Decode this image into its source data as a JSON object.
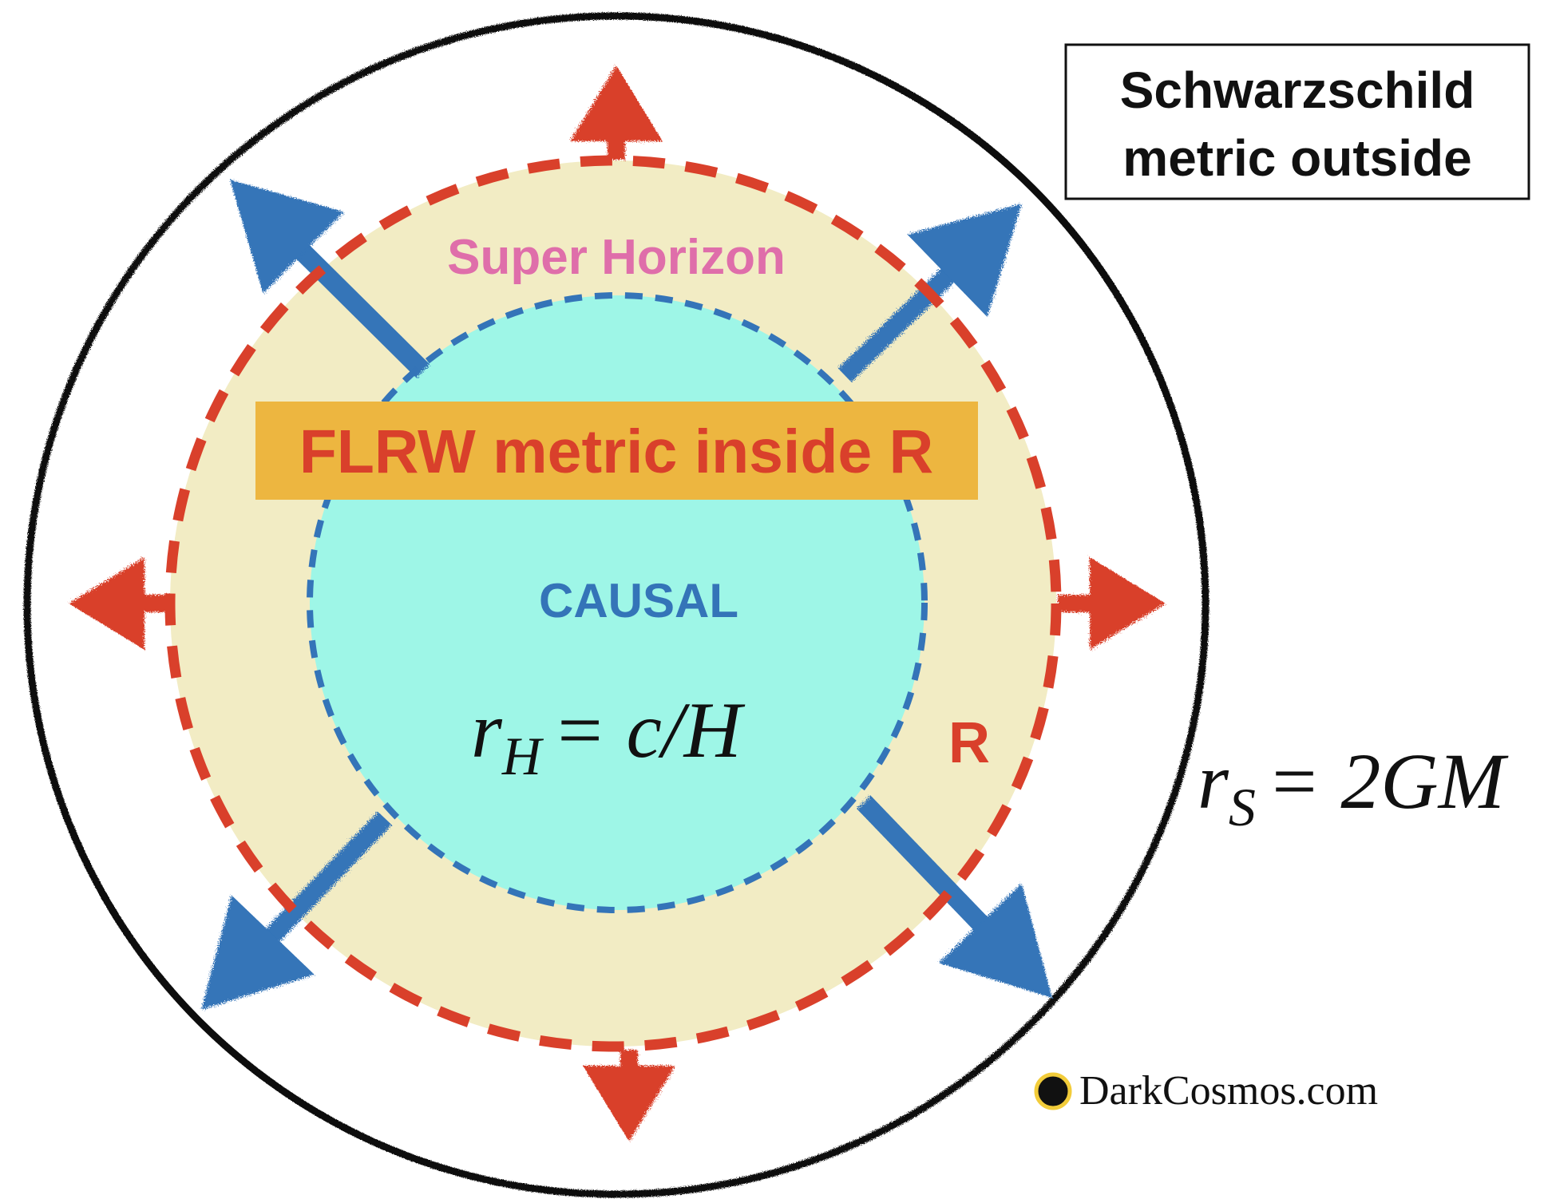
{
  "outside_box": {
    "line1": "Schwarzschild",
    "line2": "metric outside"
  },
  "super_horizon_label": "Super Horizon",
  "banner_label": "FLRW metric inside R",
  "causal_label": "CAUSAL",
  "r_label": "R",
  "hubble_eq": {
    "base": "r",
    "sub": "H",
    "rest": "= c/H"
  },
  "schwarzschild_eq": {
    "base": "r",
    "sub": "S",
    "rest": "= 2GM"
  },
  "watermark": "DarkCosmos.com",
  "colors": {
    "outer_ring": "#111111",
    "super_horizon_fill": "#f2ecc4",
    "super_horizon_dash": "#d9402b",
    "causal_fill": "#9ef6e7",
    "causal_dash": "#3474b8",
    "red_arrow": "#d9402b",
    "blue_arrow": "#3474b8",
    "banner_bg": "#edb640",
    "banner_text": "#d9402b",
    "super_horizon_text": "#df6eaa",
    "causal_text": "#3474b8",
    "r_text": "#d9402b",
    "watermark_dot": "#111111",
    "watermark_ring": "#f2cc3a"
  },
  "icons": {
    "expansion_arrows": "arrow-icon",
    "watermark_mark": "dot-icon"
  }
}
